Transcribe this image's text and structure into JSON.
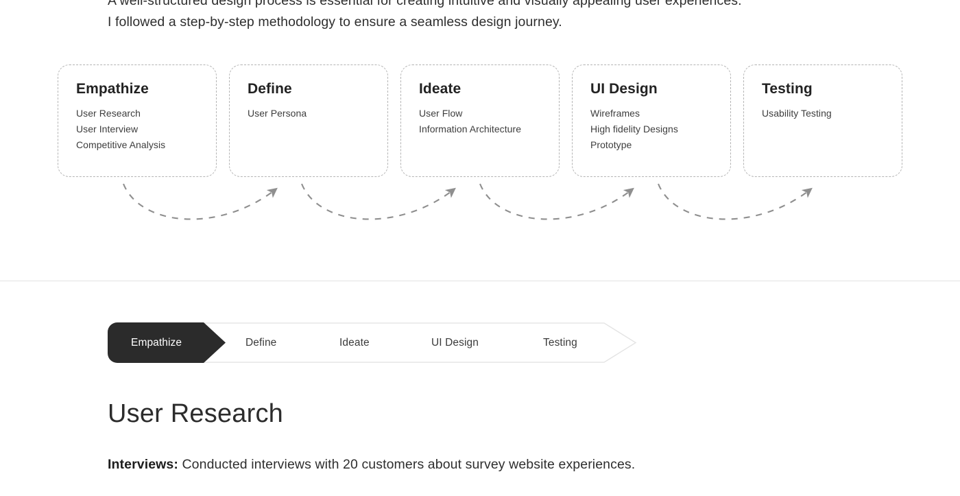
{
  "intro": {
    "line1": "A well-structured design process is essential for creating intuitive and visually appealing user experiences.",
    "line2": "I followed a step-by-step methodology to ensure a seamless design journey."
  },
  "process": {
    "cards": [
      {
        "title": "Empathize",
        "items": [
          "User Research",
          "User Interview",
          "Competitive Analysis"
        ]
      },
      {
        "title": "Define",
        "items": [
          "User Persona"
        ]
      },
      {
        "title": "Ideate",
        "items": [
          "User Flow",
          "Information Architecture"
        ]
      },
      {
        "title": "UI Design",
        "items": [
          "Wireframes",
          "High fidelity Designs",
          "Prototype"
        ]
      },
      {
        "title": "Testing",
        "items": [
          "Usability Testing"
        ]
      }
    ],
    "connector_icon": "dashed-curved-arrow-icon",
    "connector_count": 4
  },
  "tabs": {
    "items": [
      {
        "label": "Empathize",
        "active": true
      },
      {
        "label": "Define",
        "active": false
      },
      {
        "label": "Ideate",
        "active": false
      },
      {
        "label": "UI Design",
        "active": false
      },
      {
        "label": "Testing",
        "active": false
      }
    ]
  },
  "detail": {
    "title": "User Research",
    "paragraph_label": "Interviews:",
    "paragraph_text": " Conducted interviews with 20 customers about survey website experiences."
  },
  "colors": {
    "active_tab_bg": "#2b2b2b",
    "active_tab_text": "#ffffff",
    "card_border": "#b4b4b4",
    "arrow": "#8f8f8f",
    "divider": "#e2e2e2",
    "strip_border": "#e4e4e4",
    "text_primary": "#2c2c2c",
    "text_secondary": "#3d3d3d"
  }
}
